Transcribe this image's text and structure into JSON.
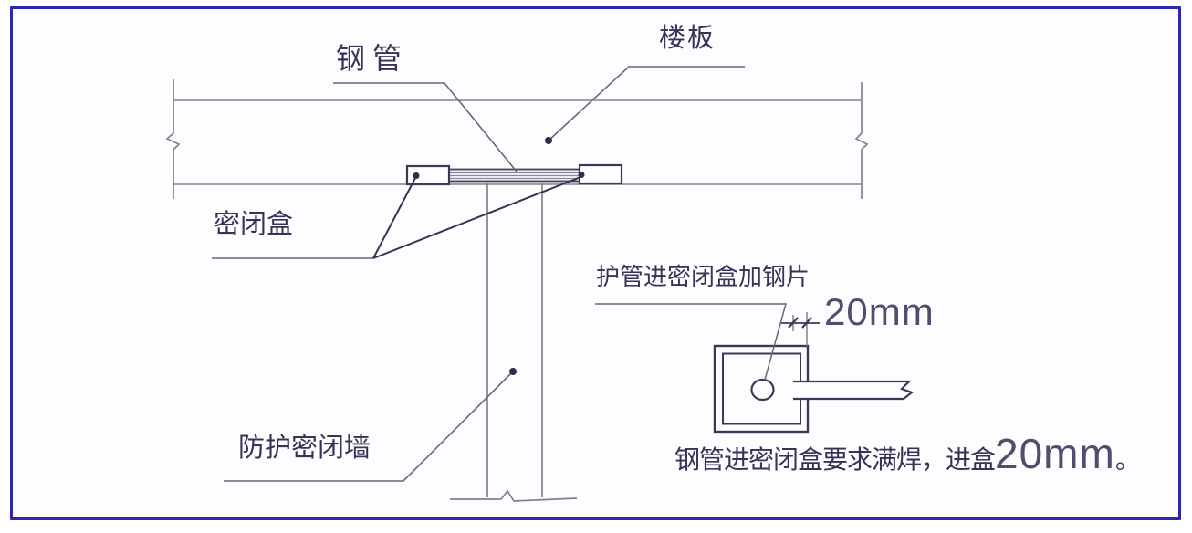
{
  "labels": {
    "steel_pipe": "钢管",
    "floor_slab": "楼板",
    "sealed_box": "密闭盒",
    "protective_sealed_wall": "防护密闭墙",
    "sleeve_plate_note": "护管进密闭盒加钢片",
    "dimension_20mm": "20mm"
  },
  "footnote": {
    "prefix": "钢管进密闭盒要求满焊，进盒",
    "dimension": "20mm",
    "suffix": "。"
  },
  "colors": {
    "frame_border": "#2d28a9",
    "ink_dark": "#3f3757",
    "leader_dark": "#3a3154",
    "line_gray": "#82818f",
    "canvas": "#fdfdff"
  }
}
